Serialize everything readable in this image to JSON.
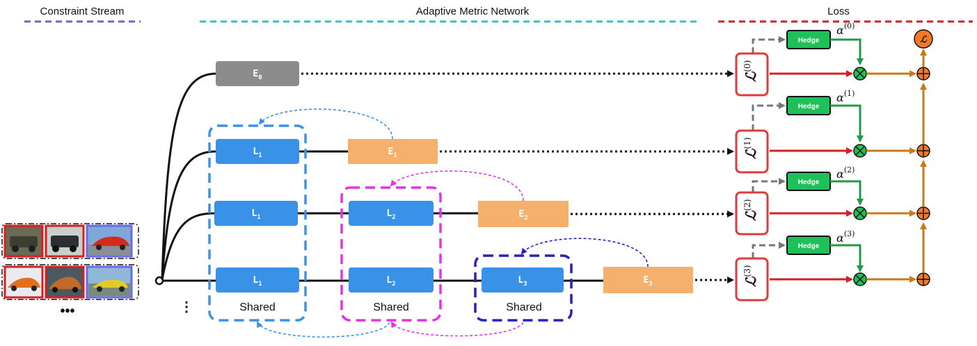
{
  "headers": {
    "constraint_stream": "Constraint Stream",
    "adaptive_metric_network": "Adaptive Metric Network",
    "loss": "Loss"
  },
  "colors": {
    "constraint": "#7060c8",
    "network": "#30c0c8",
    "loss": "#d02020",
    "blue_block": "#3a92e8",
    "orange_block": "#f5b06b",
    "gray_block": "#8c8c8c",
    "hedge": "#1fbf5a",
    "red_arrow": "#d42020",
    "orange_arrow": "#c87a1a",
    "green_arrow": "#1f9a48",
    "magenta": "#e632e6",
    "indigo": "#2a1fbf"
  },
  "embeddings": [
    {
      "letter": "E",
      "sub": "0"
    },
    {
      "letter": "E",
      "sub": "1"
    },
    {
      "letter": "E",
      "sub": "2"
    },
    {
      "letter": "E",
      "sub": "3"
    }
  ],
  "layers": {
    "l1": {
      "letter": "L",
      "sub": "1"
    },
    "l2": {
      "letter": "L",
      "sub": "2"
    },
    "l3": {
      "letter": "L",
      "sub": "3"
    }
  },
  "shared_label": "Shared",
  "hedge_label": "Hedge",
  "losses": [
    {
      "symbol": "ℒ",
      "sup": "(0)"
    },
    {
      "symbol": "ℒ",
      "sup": "(1)"
    },
    {
      "symbol": "ℒ",
      "sup": "(2)"
    },
    {
      "symbol": "ℒ",
      "sup": "(3)"
    }
  ],
  "alphas": [
    {
      "symbol": "α",
      "sup": "(0)"
    },
    {
      "symbol": "α",
      "sup": "(1)"
    },
    {
      "symbol": "α",
      "sup": "(2)"
    },
    {
      "symbol": "α",
      "sup": "(3)"
    }
  ],
  "total_loss": "ℒ",
  "ellipsis": "⋮",
  "more_dots": "•••"
}
